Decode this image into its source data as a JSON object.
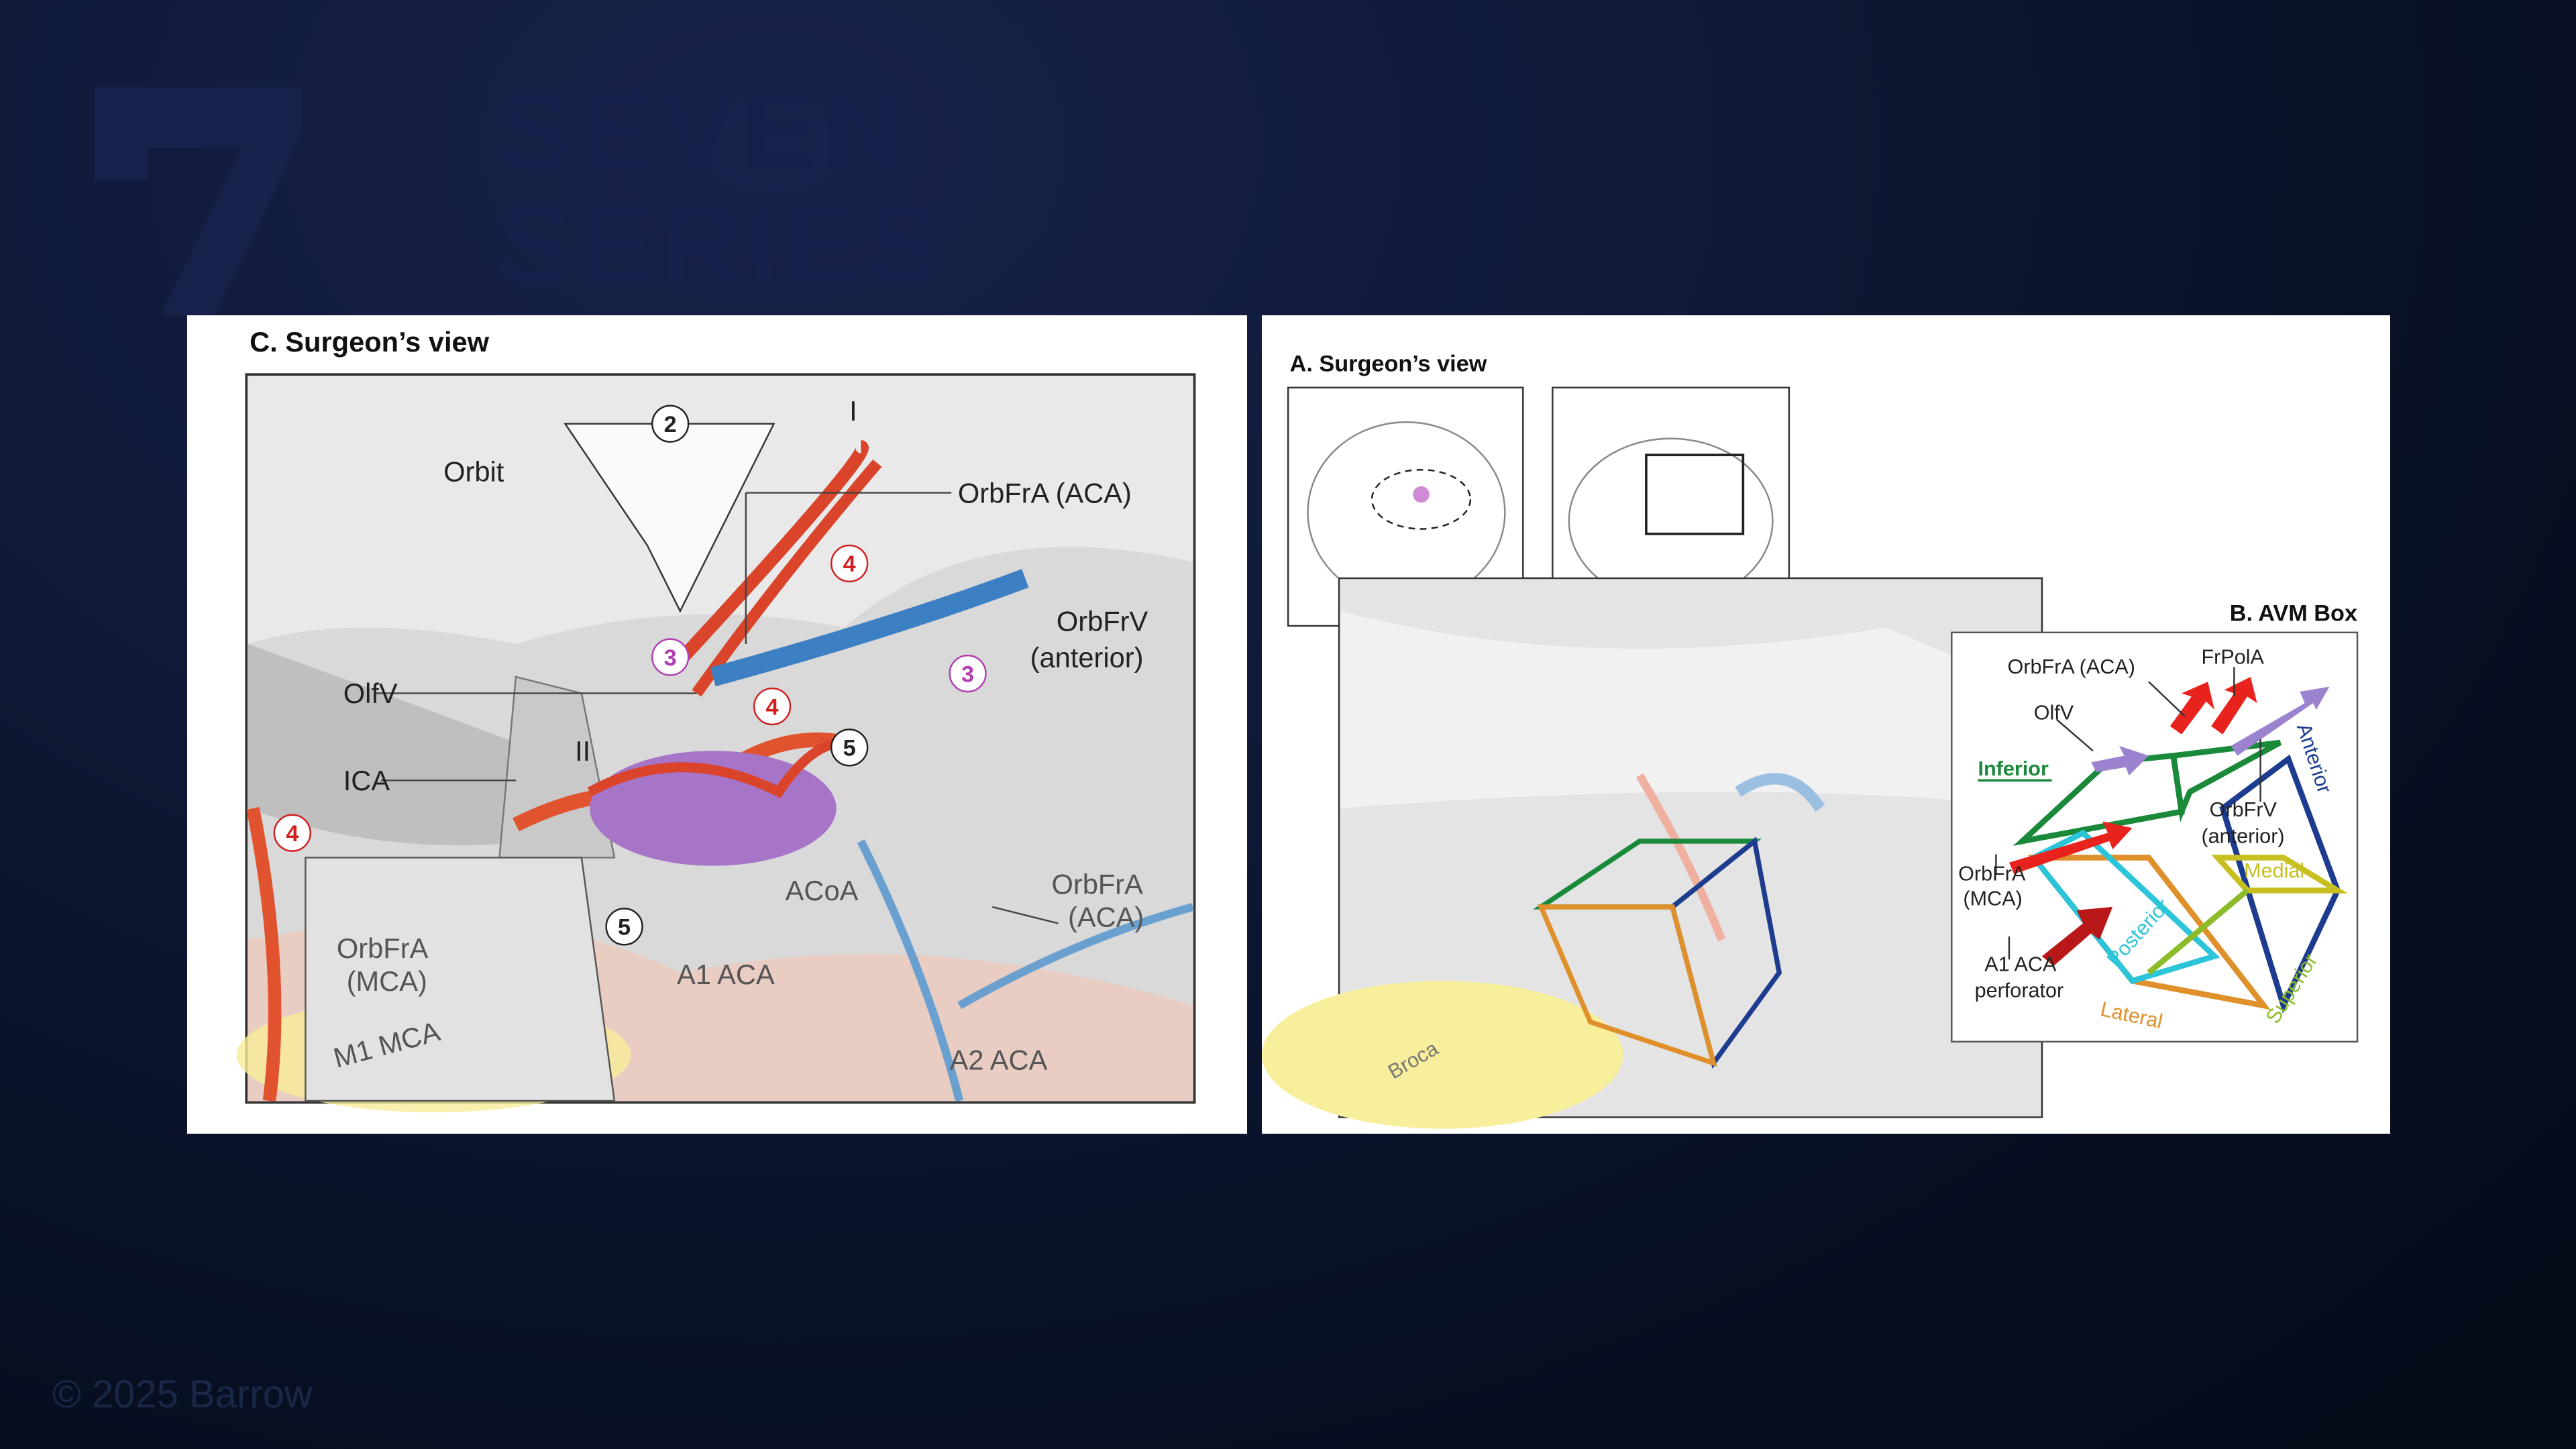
{
  "watermark": {
    "line1": "SEVEN",
    "line2": "SERIES"
  },
  "footer": {
    "copyright": "© 2025 Barrow"
  },
  "left_figure": {
    "title": "C. Surgeon’s view",
    "labels": {
      "orbit": "Orbit",
      "nerve_i": "I",
      "nerve_ii": "II",
      "orbfra_aca_top": "OrbFrA (ACA)",
      "orbfrv": "OrbFrV",
      "orbfrv_sub": "(anterior)",
      "olfv": "OlfV",
      "ica": "ICA",
      "orbfra_mca": "OrbFrA",
      "orbfra_mca_sub": "(MCA)",
      "acoa": "ACoA",
      "orbfra_aca_right": "OrbFrA",
      "orbfra_aca_right_sub": "(ACA)",
      "a1_aca": "A1 ACA",
      "m1_mca": "M1 MCA",
      "a2_aca": "A2 ACA"
    },
    "markers": {
      "m2": "2",
      "m3a": "3",
      "m3b": "3",
      "m4a": "4",
      "m4b": "4",
      "m4c": "4",
      "m5a": "5",
      "m5b": "5"
    }
  },
  "right_figure": {
    "title_a": "A. Surgeon’s view",
    "title_b": "B. AVM Box",
    "labels": {
      "orbfra_aca": "OrbFrA (ACA)",
      "frpola": "FrPolA",
      "olfv": "OlfV",
      "inferior": "Inferior",
      "anterior": "Anterior",
      "orbfrv": "OrbFrV",
      "orbfrv_sub": "(anterior)",
      "medial": "Medial",
      "orbfra_mca": "OrbFrA",
      "orbfra_mca_sub": "(MCA)",
      "posterior": "Posterior",
      "a1_aca": "A1 ACA",
      "a1_aca_sub": "perforator",
      "lateral": "Lateral",
      "superior": "Superior",
      "broca": "Broca"
    },
    "colors": {
      "inferior": "#1a8a3a",
      "anterior": "#1d3c8f",
      "medial": "#c8c020",
      "posterior": "#2cc4d8",
      "lateral": "#e0902a",
      "superior": "#8cbc2a",
      "artery": "#e8231e",
      "vein": "#9b83d0"
    }
  }
}
